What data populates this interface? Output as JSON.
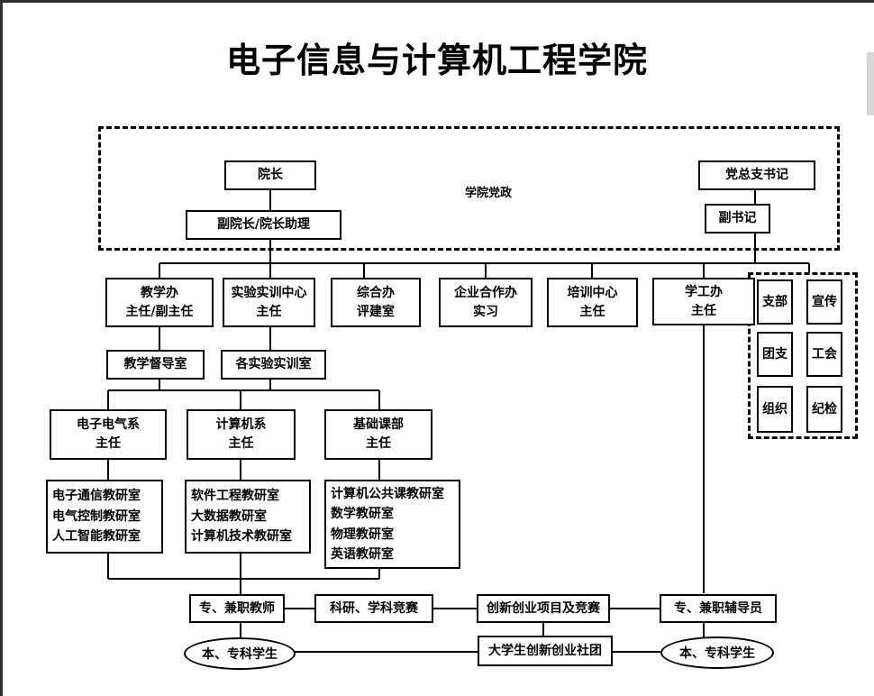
{
  "title": "电子信息与计算机工程学院",
  "party_area_label": "学院党政",
  "leadership": {
    "dean": "院长",
    "vice_dean": "副院长/院长助理",
    "party_secretary": "党总支书记",
    "deputy_secretary": "副书记"
  },
  "offices": {
    "teaching_office": [
      "教学办",
      "主任/副主任"
    ],
    "lab_center": [
      "实验实训中心",
      "主任"
    ],
    "general_office": [
      "综合办",
      "评建室"
    ],
    "enterprise_office": [
      "企业合作办",
      "实习"
    ],
    "training_center": [
      "培训中心",
      "主任"
    ],
    "student_affairs": [
      "学工办",
      "主任"
    ]
  },
  "party_units": [
    "支部",
    "宣传",
    "团支",
    "工会",
    "组织",
    "纪检"
  ],
  "supervision_room": "教学督导室",
  "lab_rooms": "各实验实训室",
  "departments": {
    "ee": [
      "电子电气系",
      "主任"
    ],
    "cs": [
      "计算机系",
      "主任"
    ],
    "basic": [
      "基础课部",
      "主任"
    ]
  },
  "research_rooms": {
    "ee": [
      "电子通信教研室",
      "电气控制教研室",
      "人工智能教研室"
    ],
    "cs": [
      "软件工程教研室",
      "大数据教研室",
      "计算机技术教研室"
    ],
    "basic": [
      "计算机公共课教研室",
      "数学教研室",
      "物理教研室",
      "英语教研室"
    ]
  },
  "bottom": {
    "teachers": "专、兼职教师",
    "research": "科研、学科竞赛",
    "innovation": "创新创业项目及竞赛",
    "counselors": "专、兼职辅导员",
    "club": "大学生创新创业社团",
    "students_left": "本、专科学生",
    "students_right": "本、专科学生"
  }
}
